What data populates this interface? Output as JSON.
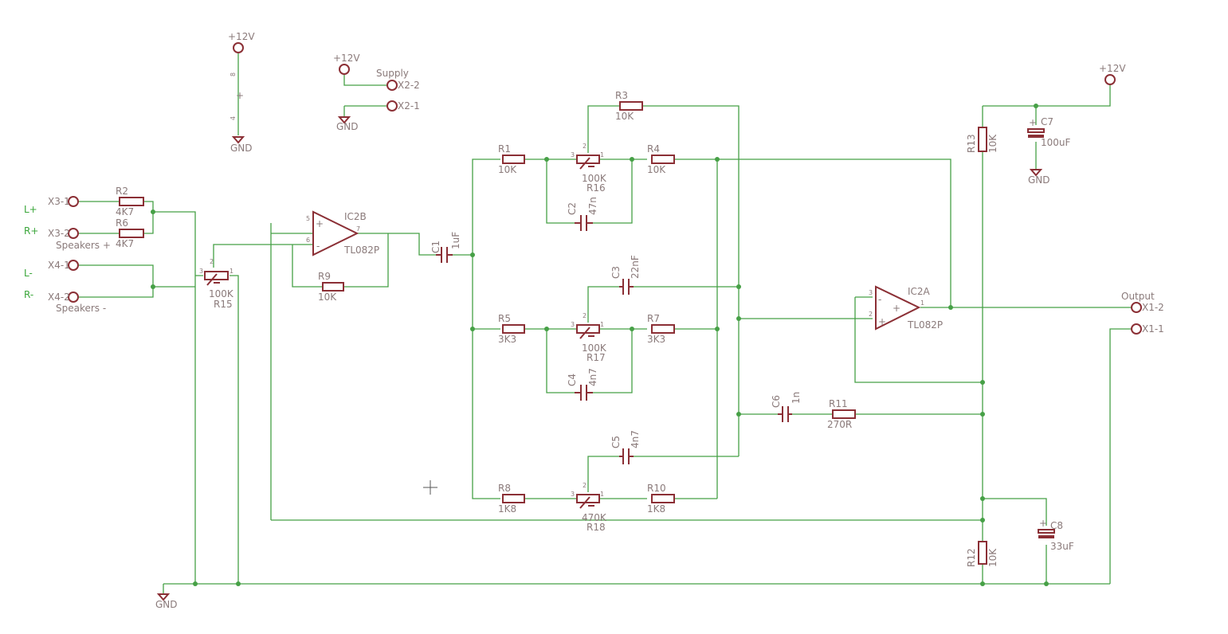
{
  "parts": {
    "R1": {
      "name": "R1",
      "value": "10K"
    },
    "R2": {
      "name": "R2",
      "value": "4K7"
    },
    "R3": {
      "name": "R3",
      "value": "10K"
    },
    "R4": {
      "name": "R4",
      "value": "10K"
    },
    "R5": {
      "name": "R5",
      "value": "3K3"
    },
    "R6": {
      "name": "R6",
      "value": "4K7"
    },
    "R7": {
      "name": "R7",
      "value": "3K3"
    },
    "R8": {
      "name": "R8",
      "value": "1K8"
    },
    "R9": {
      "name": "R9",
      "value": "10K"
    },
    "R10": {
      "name": "R10",
      "value": "1K8"
    },
    "R11": {
      "name": "R11",
      "value": "270R"
    },
    "R12": {
      "name": "R12",
      "value": "10K"
    },
    "R13": {
      "name": "R13",
      "value": "10K"
    },
    "R15": {
      "name": "R15",
      "value": "100K"
    },
    "R16": {
      "name": "R16",
      "value": "100K"
    },
    "R17": {
      "name": "R17",
      "value": "100K"
    },
    "R18": {
      "name": "R18",
      "value": "470K"
    },
    "C1": {
      "name": "C1",
      "value": "1uF"
    },
    "C2": {
      "name": "C2",
      "value": "47n"
    },
    "C3": {
      "name": "C3",
      "value": "22nF"
    },
    "C4": {
      "name": "C4",
      "value": "4n7"
    },
    "C5": {
      "name": "C5",
      "value": "4n7"
    },
    "C6": {
      "name": "C6",
      "value": "1n"
    },
    "C7": {
      "name": "C7",
      "value": "100uF"
    },
    "C8": {
      "name": "C8",
      "value": "33uF"
    },
    "IC2A": {
      "name": "IC2A",
      "value": "TL082P"
    },
    "IC2B": {
      "name": "IC2B",
      "value": "TL082P"
    }
  },
  "connectors": {
    "x3_1": "X3-1",
    "x3_2": "X3-2",
    "x4_1": "X4-1",
    "x4_2": "X4-2",
    "x2_1": "X2-1",
    "x2_2": "X2-2",
    "x1_1": "X1-1",
    "x1_2": "X1-2"
  },
  "net_labels": {
    "speakers_plus": "Speakers +",
    "speakers_minus": "Speakers -",
    "supply": "Supply",
    "output": "Output",
    "vcc": "+12V",
    "gnd": "GND"
  },
  "speaker_terms": {
    "lp": "L+",
    "rp": "R+",
    "lm": "L-",
    "rm": "R-"
  },
  "pins": {
    "p1": "1",
    "p2": "2",
    "p3": "3",
    "p4": "4",
    "p5": "5",
    "p6": "6",
    "p7": "7",
    "p8": "8",
    "plus": "+",
    "minus": "-"
  },
  "colors": {
    "wire": "#46a046",
    "part": "#8b2f35",
    "label": "#8a7a7a",
    "text_green": "#3aa63a"
  }
}
